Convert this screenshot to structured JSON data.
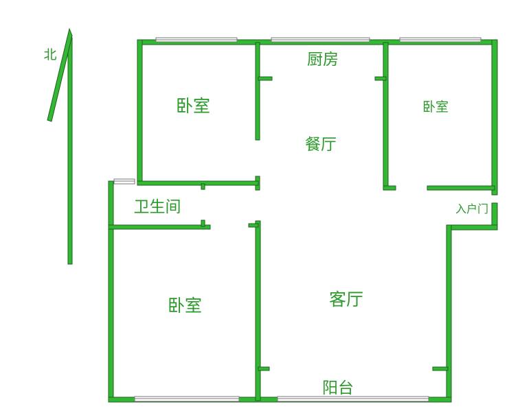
{
  "compass": {
    "north_label": "北"
  },
  "rooms": {
    "bedroom_top_left": "卧室",
    "kitchen": "厨房",
    "dining_room": "餐厅",
    "bedroom_top_right": "卧室",
    "bathroom": "卫生间",
    "entrance_door": "入户门",
    "bedroom_bottom_left": "卧室",
    "living_room": "客厅",
    "balcony": "阳台"
  },
  "colors": {
    "wall_fill": "#33b833",
    "wall_edge": "#1f5e1f",
    "label_text": "#2a9a2a"
  }
}
